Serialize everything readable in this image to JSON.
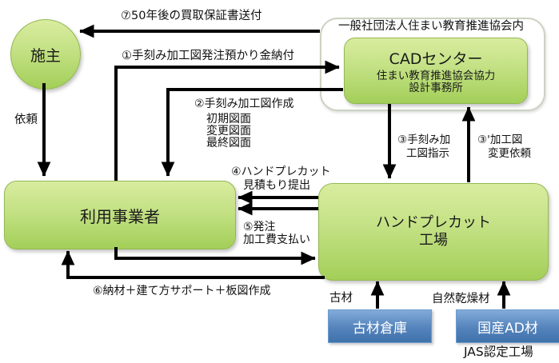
{
  "diagram": {
    "title_none": "",
    "nodes": {
      "client": {
        "label": "施主"
      },
      "cad_group": {
        "label": "一般社団法人住まい教育推進協会内"
      },
      "cad": {
        "title": "CADセンター",
        "sub1": "住まい教育推進協会協力",
        "sub2": "設計事務所"
      },
      "user": {
        "label": "利用事業者"
      },
      "factory": {
        "line1": "ハンドプレカット",
        "line2": "工場"
      },
      "warehouse": {
        "label": "古材倉庫"
      },
      "ad_material": {
        "label": "国産AD材",
        "note": "JAS認定工場"
      }
    },
    "edges": {
      "step7": {
        "label": "⑦50年後の買取保証書送付"
      },
      "step1": {
        "label": "①手刻み加工図発注預かり金納付"
      },
      "step2": {
        "line1": "②手刻み加工図作成",
        "line2": "初期図面",
        "line3": "変更図面",
        "line4": "最終図面"
      },
      "request": {
        "label": "依頼"
      },
      "step3": {
        "line1": "③手刻み加",
        "line2": "工図指示"
      },
      "step3_prime": {
        "line1": "③'加工図",
        "line2": "変更依頼"
      },
      "step4": {
        "line1": "④ハンドプレカット",
        "line2": "見積もり提出"
      },
      "step5": {
        "line1": "⑤発注",
        "line2": "加工費支払い"
      },
      "step6": {
        "label": "⑥納材＋建て方サポート＋板図作成"
      },
      "old_wood": {
        "label": "古材"
      },
      "natural_dry": {
        "label": "自然乾燥材"
      }
    },
    "colors": {
      "green_top": "#d9ec9f",
      "green_bottom": "#a3cf59",
      "green_border": "#93b851",
      "blue_top": "#82abd9",
      "blue_bottom": "#3f72ab",
      "container_border": "#ccd2c2",
      "arrow": "#000000",
      "background": "#ffffff"
    }
  }
}
